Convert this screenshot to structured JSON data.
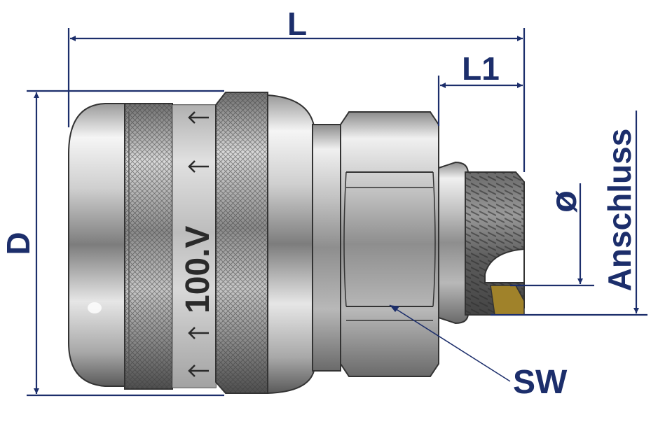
{
  "labels": {
    "length": "L",
    "length1": "L1",
    "diameter": "D",
    "connection": "Anschluss",
    "phi": "ø",
    "wrench": "SW"
  },
  "ring_marking": "100.V",
  "colors": {
    "dimension": "#1c2e6b",
    "metal_light": "#f2f2f2",
    "metal_dark": "#4a4a4a",
    "seal": "#a0822a"
  }
}
